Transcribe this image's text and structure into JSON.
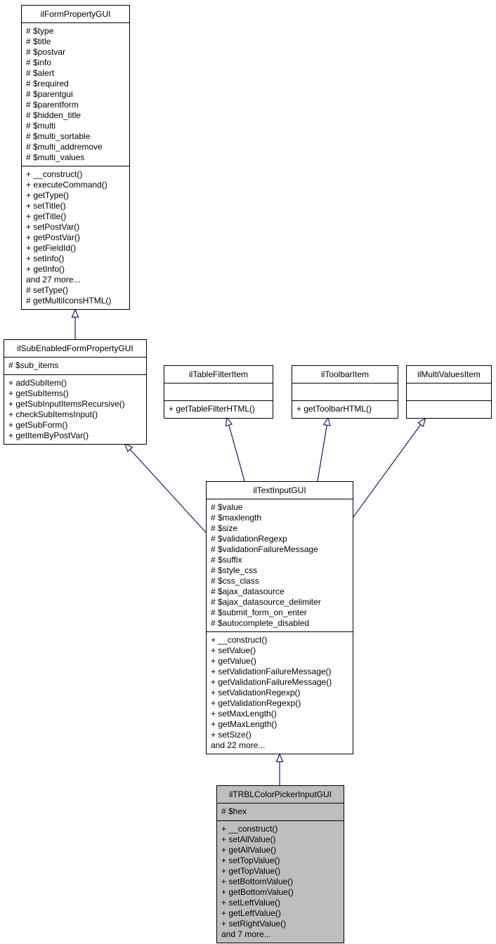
{
  "diagram": {
    "type": "uml-class-inheritance",
    "colors": {
      "arrow": "#191970",
      "border": "#000000",
      "box_fill": "#FFFFFF",
      "highlight_fill": "#BEBEBE",
      "background": "#FFFFFF"
    },
    "classes": {
      "form_property": {
        "name": "ilFormPropertyGUI",
        "attributes": [
          "# $type",
          "# $title",
          "# $postvar",
          "# $info",
          "# $alert",
          "# $required",
          "# $parentgui",
          "# $parentform",
          "# $hidden_title",
          "# $multi",
          "# $multi_sortable",
          "# $multi_addremove",
          "# $multi_values"
        ],
        "methods": [
          "+ __construct()",
          "+ executeCommand()",
          "+ getType()",
          "+ setTitle()",
          "+ getTitle()",
          "+ setPostVar()",
          "+ getPostVar()",
          "+ getFieldId()",
          "+ setInfo()",
          "+ getInfo()",
          "and 27 more...",
          "# setType()",
          "# getMultiIconsHTML()"
        ]
      },
      "sub_enabled": {
        "name": "ilSubEnabledFormPropertyGUI",
        "attributes": [
          "# $sub_items"
        ],
        "methods": [
          "+ addSubItem()",
          "+ getSubItems()",
          "+ getSubInputItemsRecursive()",
          "+ checkSubItemsInput()",
          "+ getSubForm()",
          "+ getItemByPostVar()"
        ]
      },
      "table_filter": {
        "name": "ilTableFilterItem",
        "attributes": [],
        "methods": [
          "+ getTableFilterHTML()"
        ]
      },
      "toolbar": {
        "name": "ilToolbarItem",
        "attributes": [],
        "methods": [
          "+ getToolbarHTML()"
        ]
      },
      "multi_values": {
        "name": "ilMultiValuesItem",
        "attributes": [],
        "methods": []
      },
      "text_input": {
        "name": "ilTextInputGUI",
        "attributes": [
          "# $value",
          "# $maxlength",
          "# $size",
          "# $validationRegexp",
          "# $validationFailureMessage",
          "# $suffix",
          "# $style_css",
          "# $css_class",
          "# $ajax_datasource",
          "# $ajax_datasource_delimiter",
          "# $submit_form_on_enter",
          "# $autocomplete_disabled"
        ],
        "methods": [
          "+ __construct()",
          "+ setValue()",
          "+ getValue()",
          "+ setValidationFailureMessage()",
          "+ getValidationFailureMessage()",
          "+ setValidationRegexp()",
          "+ getValidationRegexp()",
          "+ setMaxLength()",
          "+ getMaxLength()",
          "+ setSize()",
          "and 22 more..."
        ]
      },
      "trbl_color_picker": {
        "name": "ilTRBLColorPickerInputGUI",
        "highlighted": true,
        "attributes": [
          "# $hex"
        ],
        "methods": [
          "+ __construct()",
          "+ setAllValue()",
          "+ getAllValue()",
          "+ setTopValue()",
          "+ getTopValue()",
          "+ setBottomValue()",
          "+ getBottomValue()",
          "+ setLeftValue()",
          "+ getLeftValue()",
          "+ setRightValue()",
          "and 7 more..."
        ]
      }
    },
    "relations": [
      {
        "from": "ilSubEnabledFormPropertyGUI",
        "to": "ilFormPropertyGUI",
        "type": "inheritance"
      },
      {
        "from": "ilTextInputGUI",
        "to": "ilSubEnabledFormPropertyGUI",
        "type": "inheritance"
      },
      {
        "from": "ilTextInputGUI",
        "to": "ilTableFilterItem",
        "type": "inheritance"
      },
      {
        "from": "ilTextInputGUI",
        "to": "ilToolbarItem",
        "type": "inheritance"
      },
      {
        "from": "ilTextInputGUI",
        "to": "ilMultiValuesItem",
        "type": "inheritance"
      },
      {
        "from": "ilTRBLColorPickerInputGUI",
        "to": "ilTextInputGUI",
        "type": "inheritance"
      }
    ]
  }
}
